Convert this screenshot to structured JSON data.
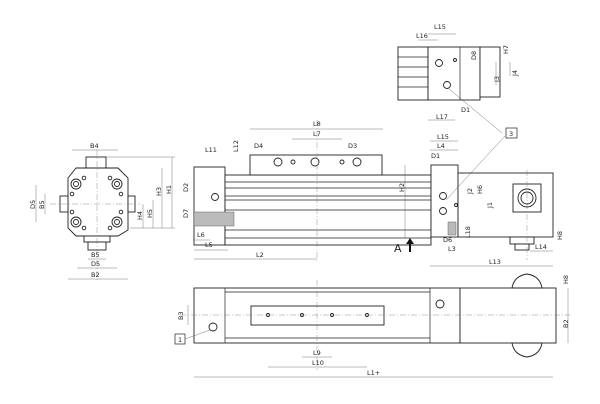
{
  "end_view": {
    "labels": {
      "B4": "B4",
      "H3": "H3",
      "H1": "H1",
      "D5_left": "D5",
      "B5_left": "B5",
      "H4": "H4",
      "H5": "H5",
      "B5_bottom": "B5",
      "D5_bottom": "D5",
      "B2": "B2"
    }
  },
  "side_view": {
    "labels": {
      "L8": "L8",
      "L7": "L7",
      "D4": "D4",
      "D3": "D3",
      "L12": "L12",
      "L11": "L11",
      "D2": "D2",
      "D7": "D7",
      "L6": "L6",
      "L5": "L5",
      "L2": "L2",
      "H2": "H2",
      "L15": "L15",
      "L4": "L4",
      "D1": "D1",
      "L3": "L3",
      "D6": "D6",
      "L13": "L13",
      "L14": "L14",
      "H8": "H8",
      "H6": "H6",
      "J1": "J1",
      "J2": "J2",
      "L18": "L18"
    },
    "view_arrow": "A"
  },
  "detail_view": {
    "labels": {
      "L16": "L16",
      "L15": "L15",
      "D8": "D8",
      "H7": "H7",
      "J3": "J3",
      "J4": "J4",
      "D1": "D1",
      "L17": "L17"
    },
    "callout": "3"
  },
  "top_view": {
    "labels": {
      "B3": "B3",
      "B2": "B2",
      "H8": "H8",
      "L9": "L9",
      "L10": "L10",
      "L1": "L1+"
    },
    "callout": "1"
  }
}
